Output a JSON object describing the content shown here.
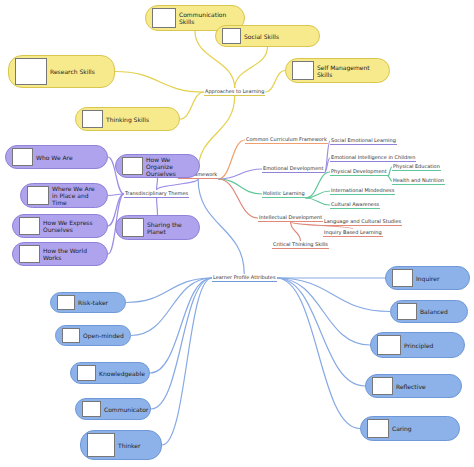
{
  "diagram": {
    "nodes": [
      {
        "text": [
          "Approaches to Learning"
        ]
      },
      {
        "text": [
          "Communication Skills"
        ]
      },
      {
        "text": [
          "Social Skills"
        ]
      },
      {
        "text": [
          "Research Skills"
        ]
      },
      {
        "text": [
          "Self Management Skills"
        ]
      },
      {
        "text": [
          "Thinking Skills"
        ]
      },
      {
        "text": [
          "PYP Framework"
        ]
      },
      {
        "text": [
          "Common Curriculum Framework"
        ]
      },
      {
        "text": [
          "Emotional Development"
        ]
      },
      {
        "text": [
          "Social Emotional Learning"
        ]
      },
      {
        "text": [
          "Emotional Intelligence in Children"
        ]
      },
      {
        "text": [
          "Holistic Learning"
        ]
      },
      {
        "text": [
          "Physical Development"
        ]
      },
      {
        "text": [
          "Physical Education"
        ]
      },
      {
        "text": [
          "Health and Nutrition"
        ]
      },
      {
        "text": [
          "International Mindedness"
        ]
      },
      {
        "text": [
          "Cultural Awareness"
        ]
      },
      {
        "text": [
          "Intellectual Development"
        ]
      },
      {
        "text": [
          "Language and Cultural Studies"
        ]
      },
      {
        "text": [
          "Inquiry Based Learning"
        ]
      },
      {
        "text": [
          "Critical Thinking Skills"
        ]
      },
      {
        "text": [
          "Transdisciplinary Themes"
        ]
      },
      {
        "text": [
          "Who We Are"
        ]
      },
      {
        "text": [
          "Where We Are in Place and Time"
        ]
      },
      {
        "text": [
          "How We Express Ourselves"
        ]
      },
      {
        "text": [
          "How the World Works"
        ]
      },
      {
        "text": [
          "How We Organize Ourselves"
        ]
      },
      {
        "text": [
          "Sharing the Planet"
        ]
      },
      {
        "text": [
          "Learner Profile Attributes"
        ]
      },
      {
        "text": [
          "Risk-taker"
        ]
      },
      {
        "text": [
          "Open-minded"
        ]
      },
      {
        "text": [
          "Knowledgeable"
        ]
      },
      {
        "text": [
          "Communicator"
        ]
      },
      {
        "text": [
          "Thinker"
        ]
      },
      {
        "text": [
          "Inquirer"
        ]
      },
      {
        "text": [
          "Balanced"
        ]
      },
      {
        "text": [
          "Principled"
        ]
      },
      {
        "text": [
          "Reflective"
        ]
      },
      {
        "text": [
          "Caring"
        ]
      }
    ],
    "edges": [
      {
        "from": 0,
        "to": 1,
        "arrow": "none"
      },
      {
        "from": 0,
        "to": 2,
        "arrow": "none"
      },
      {
        "from": 0,
        "to": 3,
        "arrow": "none"
      },
      {
        "from": 0,
        "to": 4,
        "arrow": "none"
      },
      {
        "from": 0,
        "to": 5,
        "arrow": "none"
      },
      {
        "from": 6,
        "to": 0,
        "arrow": "none"
      },
      {
        "from": 6,
        "to": 7,
        "arrow": "none"
      },
      {
        "from": 6,
        "to": 8,
        "arrow": "none"
      },
      {
        "from": 8,
        "to": 9,
        "arrow": "none"
      },
      {
        "from": 8,
        "to": 10,
        "arrow": "none"
      },
      {
        "from": 6,
        "to": 11,
        "arrow": "none"
      },
      {
        "from": 11,
        "to": 12,
        "arrow": "none"
      },
      {
        "from": 12,
        "to": 13,
        "arrow": "none"
      },
      {
        "from": 12,
        "to": 14,
        "arrow": "none"
      },
      {
        "from": 11,
        "to": 15,
        "arrow": "none"
      },
      {
        "from": 11,
        "to": 16,
        "arrow": "none"
      },
      {
        "from": 6,
        "to": 17,
        "arrow": "none"
      },
      {
        "from": 17,
        "to": 18,
        "arrow": "none"
      },
      {
        "from": 17,
        "to": 19,
        "arrow": "none"
      },
      {
        "from": 17,
        "to": 20,
        "arrow": "none"
      },
      {
        "from": 6,
        "to": 21,
        "arrow": "none"
      },
      {
        "from": 21,
        "to": 22,
        "arrow": "none"
      },
      {
        "from": 21,
        "to": 23,
        "arrow": "none"
      },
      {
        "from": 21,
        "to": 24,
        "arrow": "none"
      },
      {
        "from": 21,
        "to": 25,
        "arrow": "none"
      },
      {
        "from": 21,
        "to": 26,
        "arrow": "none"
      },
      {
        "from": 21,
        "to": 27,
        "arrow": "none"
      },
      {
        "from": 6,
        "to": 28,
        "arrow": "none"
      },
      {
        "from": 28,
        "to": 29,
        "arrow": "none"
      },
      {
        "from": 28,
        "to": 30,
        "arrow": "none"
      },
      {
        "from": 28,
        "to": 31,
        "arrow": "none"
      },
      {
        "from": 28,
        "to": 32,
        "arrow": "none"
      },
      {
        "from": 28,
        "to": 33,
        "arrow": "none"
      },
      {
        "from": 28,
        "to": 34,
        "arrow": "none"
      },
      {
        "from": 28,
        "to": 35,
        "arrow": "none"
      },
      {
        "from": 28,
        "to": 36,
        "arrow": "none"
      },
      {
        "from": 28,
        "to": 37,
        "arrow": "none"
      },
      {
        "from": 28,
        "to": 38,
        "arrow": "none"
      }
    ]
  }
}
